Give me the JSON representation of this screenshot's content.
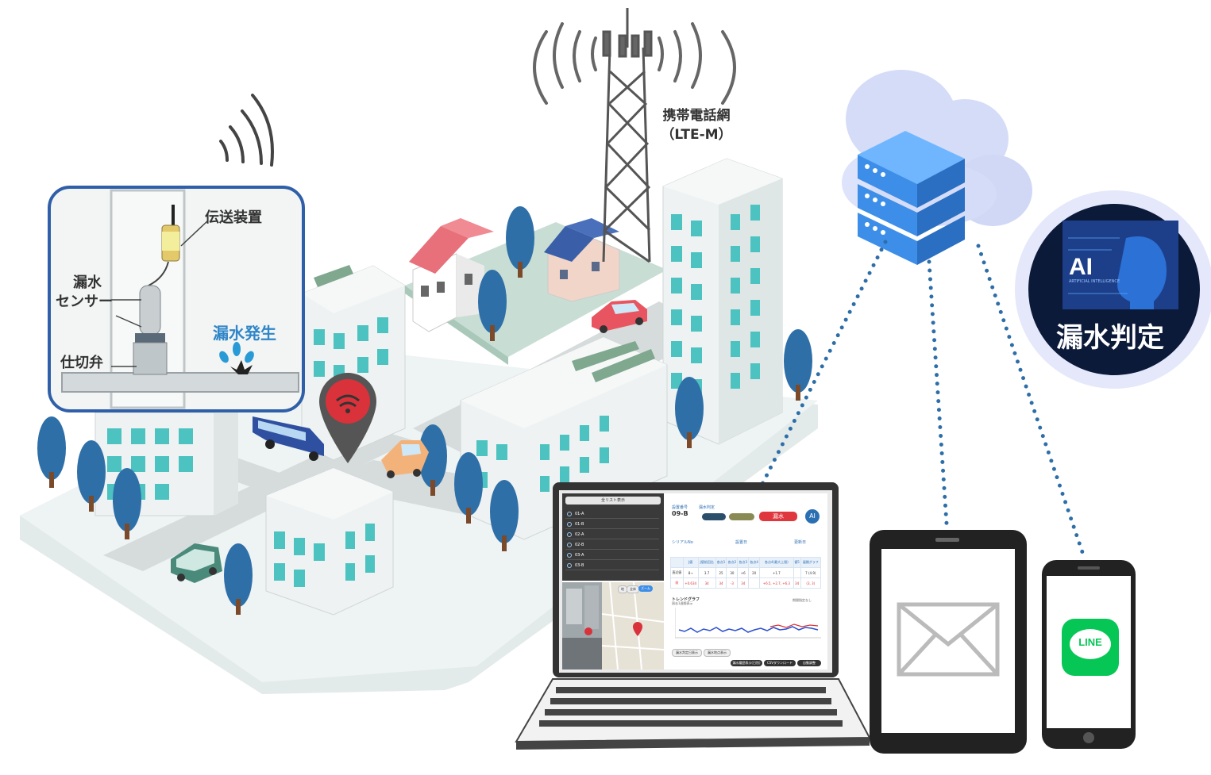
{
  "labels": {
    "transmitter": "伝送装置",
    "leak_sensor_line1": "漏水",
    "leak_sensor_line2": "センサー",
    "gate_valve": "仕切弁",
    "leak_occurrence": "漏水発生",
    "network_line1": "携帯電話網",
    "network_line2": "（LTE-M）",
    "ai_badge_label": "AI",
    "ai_badge_sub": "ARTIFICIAL INTELLIGENCE",
    "ai_judgement": "漏水判定",
    "line_logo_text": "LINE"
  },
  "screen": {
    "list_header": "全リスト表示",
    "list_items": [
      "01-A",
      "01-B",
      "02-A",
      "02-B",
      "03-A",
      "03-B"
    ],
    "map_tabs": [
      "地",
      "全体",
      "ズーム"
    ],
    "device_no_label": "設置番号",
    "device_no": "09-B",
    "judgement_label": "漏水判定",
    "status_pills": [
      "",
      "",
      "漏水"
    ],
    "ai_icon_text": "AI",
    "serial_label": "シリアルNo",
    "install_label": "設置日",
    "update_label": "更新日",
    "table_header": [
      "",
      "J値",
      "J値前回比",
      "各点1",
      "各点2",
      "各点3",
      "各点4",
      "各点4(最大上限)",
      "値5",
      "展開グラフ"
    ],
    "table_row1": [
      "直近値",
      "8→",
      "3.7",
      "25",
      "30",
      "+6",
      "20",
      "+1.7",
      "",
      "7 (4.9)"
    ],
    "table_row2": [
      "前",
      "+0.634",
      "34",
      "34",
      "-3",
      "34",
      "",
      "+6.5, +2.7, +6.3",
      "34",
      "(3, 3)"
    ],
    "trend_title": "トレンドグラフ",
    "trend_sub": "過去1週間表示",
    "trend_period": "期間指定なし",
    "buttons": [
      "漏水判定日表示",
      "漏水地点表示",
      "漏水履歴表示(日別)",
      "CSVダウンロード",
      "自動調整"
    ]
  },
  "colors": {
    "building_teal": "#4cc3c0",
    "building_face": "#eef2f2",
    "tree_blue": "#2f6fa8",
    "road": "#d8dcdc",
    "ground": "#eaf0f0",
    "pin_red": "#d9323a",
    "bus_blue": "#2f4fa0",
    "server_blue": "#3d8ee8",
    "cloud_lavender": "#c8d2f5",
    "ai_navy": "#0c1a3a",
    "line_green": "#06c755",
    "leak_blue": "#2f86c8"
  }
}
